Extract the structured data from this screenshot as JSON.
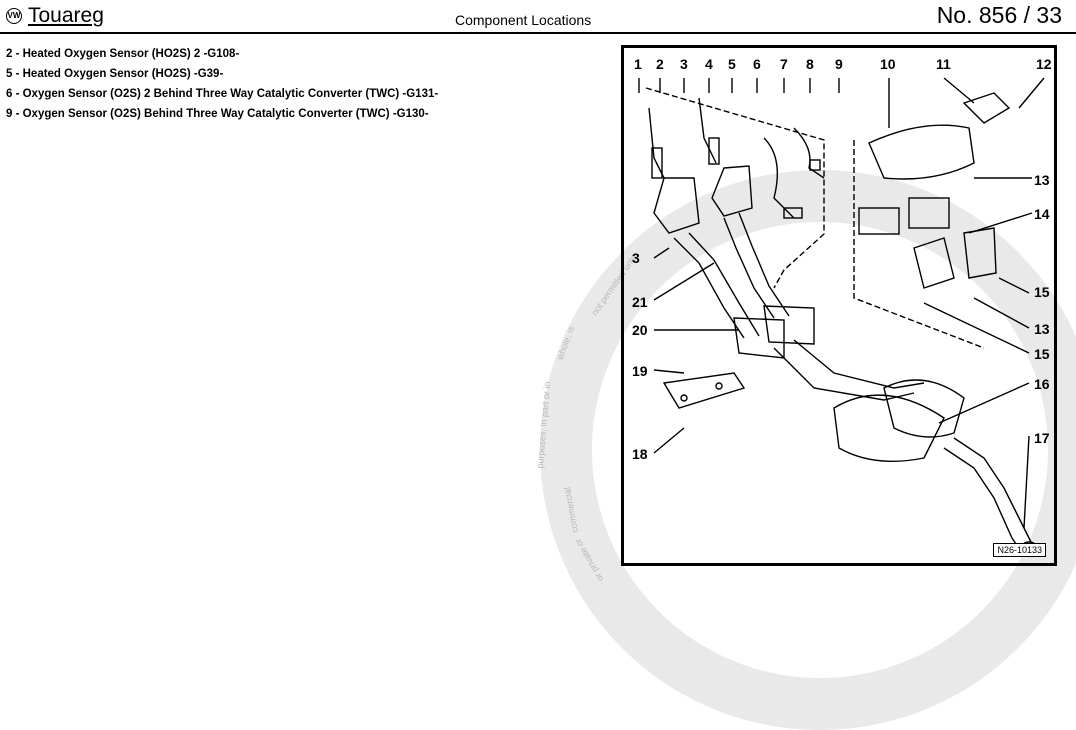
{
  "header": {
    "brand": "Touareg",
    "section": "Component Locations",
    "page_number": "No. 856 / 33"
  },
  "legend": [
    "2 - Heated Oxygen Sensor (HO2S) 2 -G108-",
    "5 - Heated Oxygen Sensor (HO2S) -G39-",
    "6 - Oxygen Sensor (O2S) 2 Behind Three Way Catalytic Converter (TWC) -G131-",
    "9 - Oxygen Sensor (O2S) Behind Three Way Catalytic Converter (TWC) -G130-"
  ],
  "figure": {
    "id": "N26-10133",
    "callouts": [
      "1",
      "2",
      "3",
      "4",
      "5",
      "6",
      "7",
      "8",
      "9",
      "10",
      "11",
      "12",
      "13",
      "14",
      "3",
      "21",
      "20",
      "19",
      "18",
      "13",
      "15",
      "15",
      "16",
      "17"
    ]
  },
  "watermark": {
    "text_1": "not permitted unle",
    "text_2": "whole, is",
    "text_3": "purposes, in part or in",
    "text_4": "commercial",
    "text_5": "or private or"
  }
}
